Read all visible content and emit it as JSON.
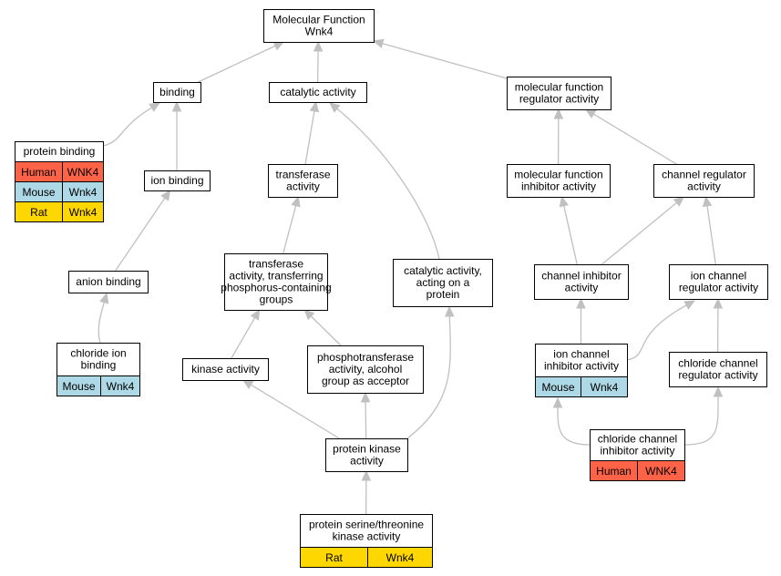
{
  "colors": {
    "human": "#ff6347",
    "mouse": "#add8e6",
    "rat": "#ffd700",
    "edge": "#c0c0c0"
  },
  "nodes": {
    "root": {
      "lines": [
        "Molecular Function",
        "Wnk4"
      ]
    },
    "binding": {
      "lines": [
        "binding"
      ]
    },
    "catalytic": {
      "lines": [
        "catalytic activity"
      ]
    },
    "mfregulator": {
      "lines": [
        "molecular function",
        "regulator activity"
      ]
    },
    "proteinbinding": {
      "lines": [
        "protein binding"
      ],
      "rows": [
        {
          "species": "Human",
          "gene": "WNK4",
          "color": "human"
        },
        {
          "species": "Mouse",
          "gene": "Wnk4",
          "color": "mouse"
        },
        {
          "species": "Rat",
          "gene": "Wnk4",
          "color": "rat"
        }
      ]
    },
    "ionbinding": {
      "lines": [
        "ion binding"
      ]
    },
    "transferase": {
      "lines": [
        "transferase",
        "activity"
      ]
    },
    "mfinhibitor": {
      "lines": [
        "molecular function",
        "inhibitor activity"
      ]
    },
    "channelregulator": {
      "lines": [
        "channel regulator",
        "activity"
      ]
    },
    "anionbinding": {
      "lines": [
        "anion binding"
      ]
    },
    "transferasephos": {
      "lines": [
        "transferase",
        "activity, transferring",
        "phosphorus-containing",
        "groups"
      ]
    },
    "catalyticprotein": {
      "lines": [
        "catalytic activity,",
        "acting on a",
        "protein"
      ]
    },
    "channelinhibitor": {
      "lines": [
        "channel inhibitor",
        "activity"
      ]
    },
    "ionchannelregulator": {
      "lines": [
        "ion channel",
        "regulator activity"
      ]
    },
    "chlorideionbinding": {
      "lines": [
        "chloride ion",
        "binding"
      ],
      "rows": [
        {
          "species": "Mouse",
          "gene": "Wnk4",
          "color": "mouse"
        }
      ]
    },
    "kinase": {
      "lines": [
        "kinase activity"
      ]
    },
    "phosphotransferase": {
      "lines": [
        "phosphotransferase",
        "activity, alcohol",
        "group as acceptor"
      ]
    },
    "ionchannelinhibitor": {
      "lines": [
        "ion channel",
        "inhibitor activity"
      ],
      "rows": [
        {
          "species": "Mouse",
          "gene": "Wnk4",
          "color": "mouse"
        }
      ]
    },
    "chloridechannelregulator": {
      "lines": [
        "chloride channel",
        "regulator activity"
      ]
    },
    "proteinkinase": {
      "lines": [
        "protein kinase",
        "activity"
      ]
    },
    "chloridechannelinhibitor": {
      "lines": [
        "chloride channel",
        "inhibitor activity"
      ],
      "rows": [
        {
          "species": "Human",
          "gene": "WNK4",
          "color": "human"
        }
      ]
    },
    "serthrkinase": {
      "lines": [
        "protein serine/threonine",
        "kinase activity"
      ],
      "rows": [
        {
          "species": "Rat",
          "gene": "Wnk4",
          "color": "rat"
        }
      ]
    }
  },
  "edges": [
    {
      "from": "binding",
      "to": "root"
    },
    {
      "from": "catalytic",
      "to": "root"
    },
    {
      "from": "mfregulator",
      "to": "root"
    },
    {
      "from": "proteinbinding",
      "to": "binding"
    },
    {
      "from": "ionbinding",
      "to": "binding"
    },
    {
      "from": "transferase",
      "to": "catalytic"
    },
    {
      "from": "catalyticprotein",
      "to": "catalytic"
    },
    {
      "from": "mfinhibitor",
      "to": "mfregulator"
    },
    {
      "from": "channelregulator",
      "to": "mfregulator"
    },
    {
      "from": "anionbinding",
      "to": "ionbinding"
    },
    {
      "from": "transferasephos",
      "to": "transferase"
    },
    {
      "from": "channelinhibitor",
      "to": "mfinhibitor"
    },
    {
      "from": "channelinhibitor",
      "to": "channelregulator"
    },
    {
      "from": "ionchannelregulator",
      "to": "channelregulator"
    },
    {
      "from": "chlorideionbinding",
      "to": "anionbinding"
    },
    {
      "from": "kinase",
      "to": "transferasephos"
    },
    {
      "from": "phosphotransferase",
      "to": "transferasephos"
    },
    {
      "from": "ionchannelinhibitor",
      "to": "channelinhibitor"
    },
    {
      "from": "ionchannelinhibitor",
      "to": "ionchannelregulator"
    },
    {
      "from": "chloridechannelregulator",
      "to": "ionchannelregulator"
    },
    {
      "from": "proteinkinase",
      "to": "kinase"
    },
    {
      "from": "proteinkinase",
      "to": "phosphotransferase"
    },
    {
      "from": "proteinkinase",
      "to": "catalyticprotein"
    },
    {
      "from": "chloridechannelinhibitor",
      "to": "ionchannelinhibitor"
    },
    {
      "from": "chloridechannelinhibitor",
      "to": "chloridechannelregulator"
    },
    {
      "from": "serthrkinase",
      "to": "proteinkinase"
    }
  ]
}
